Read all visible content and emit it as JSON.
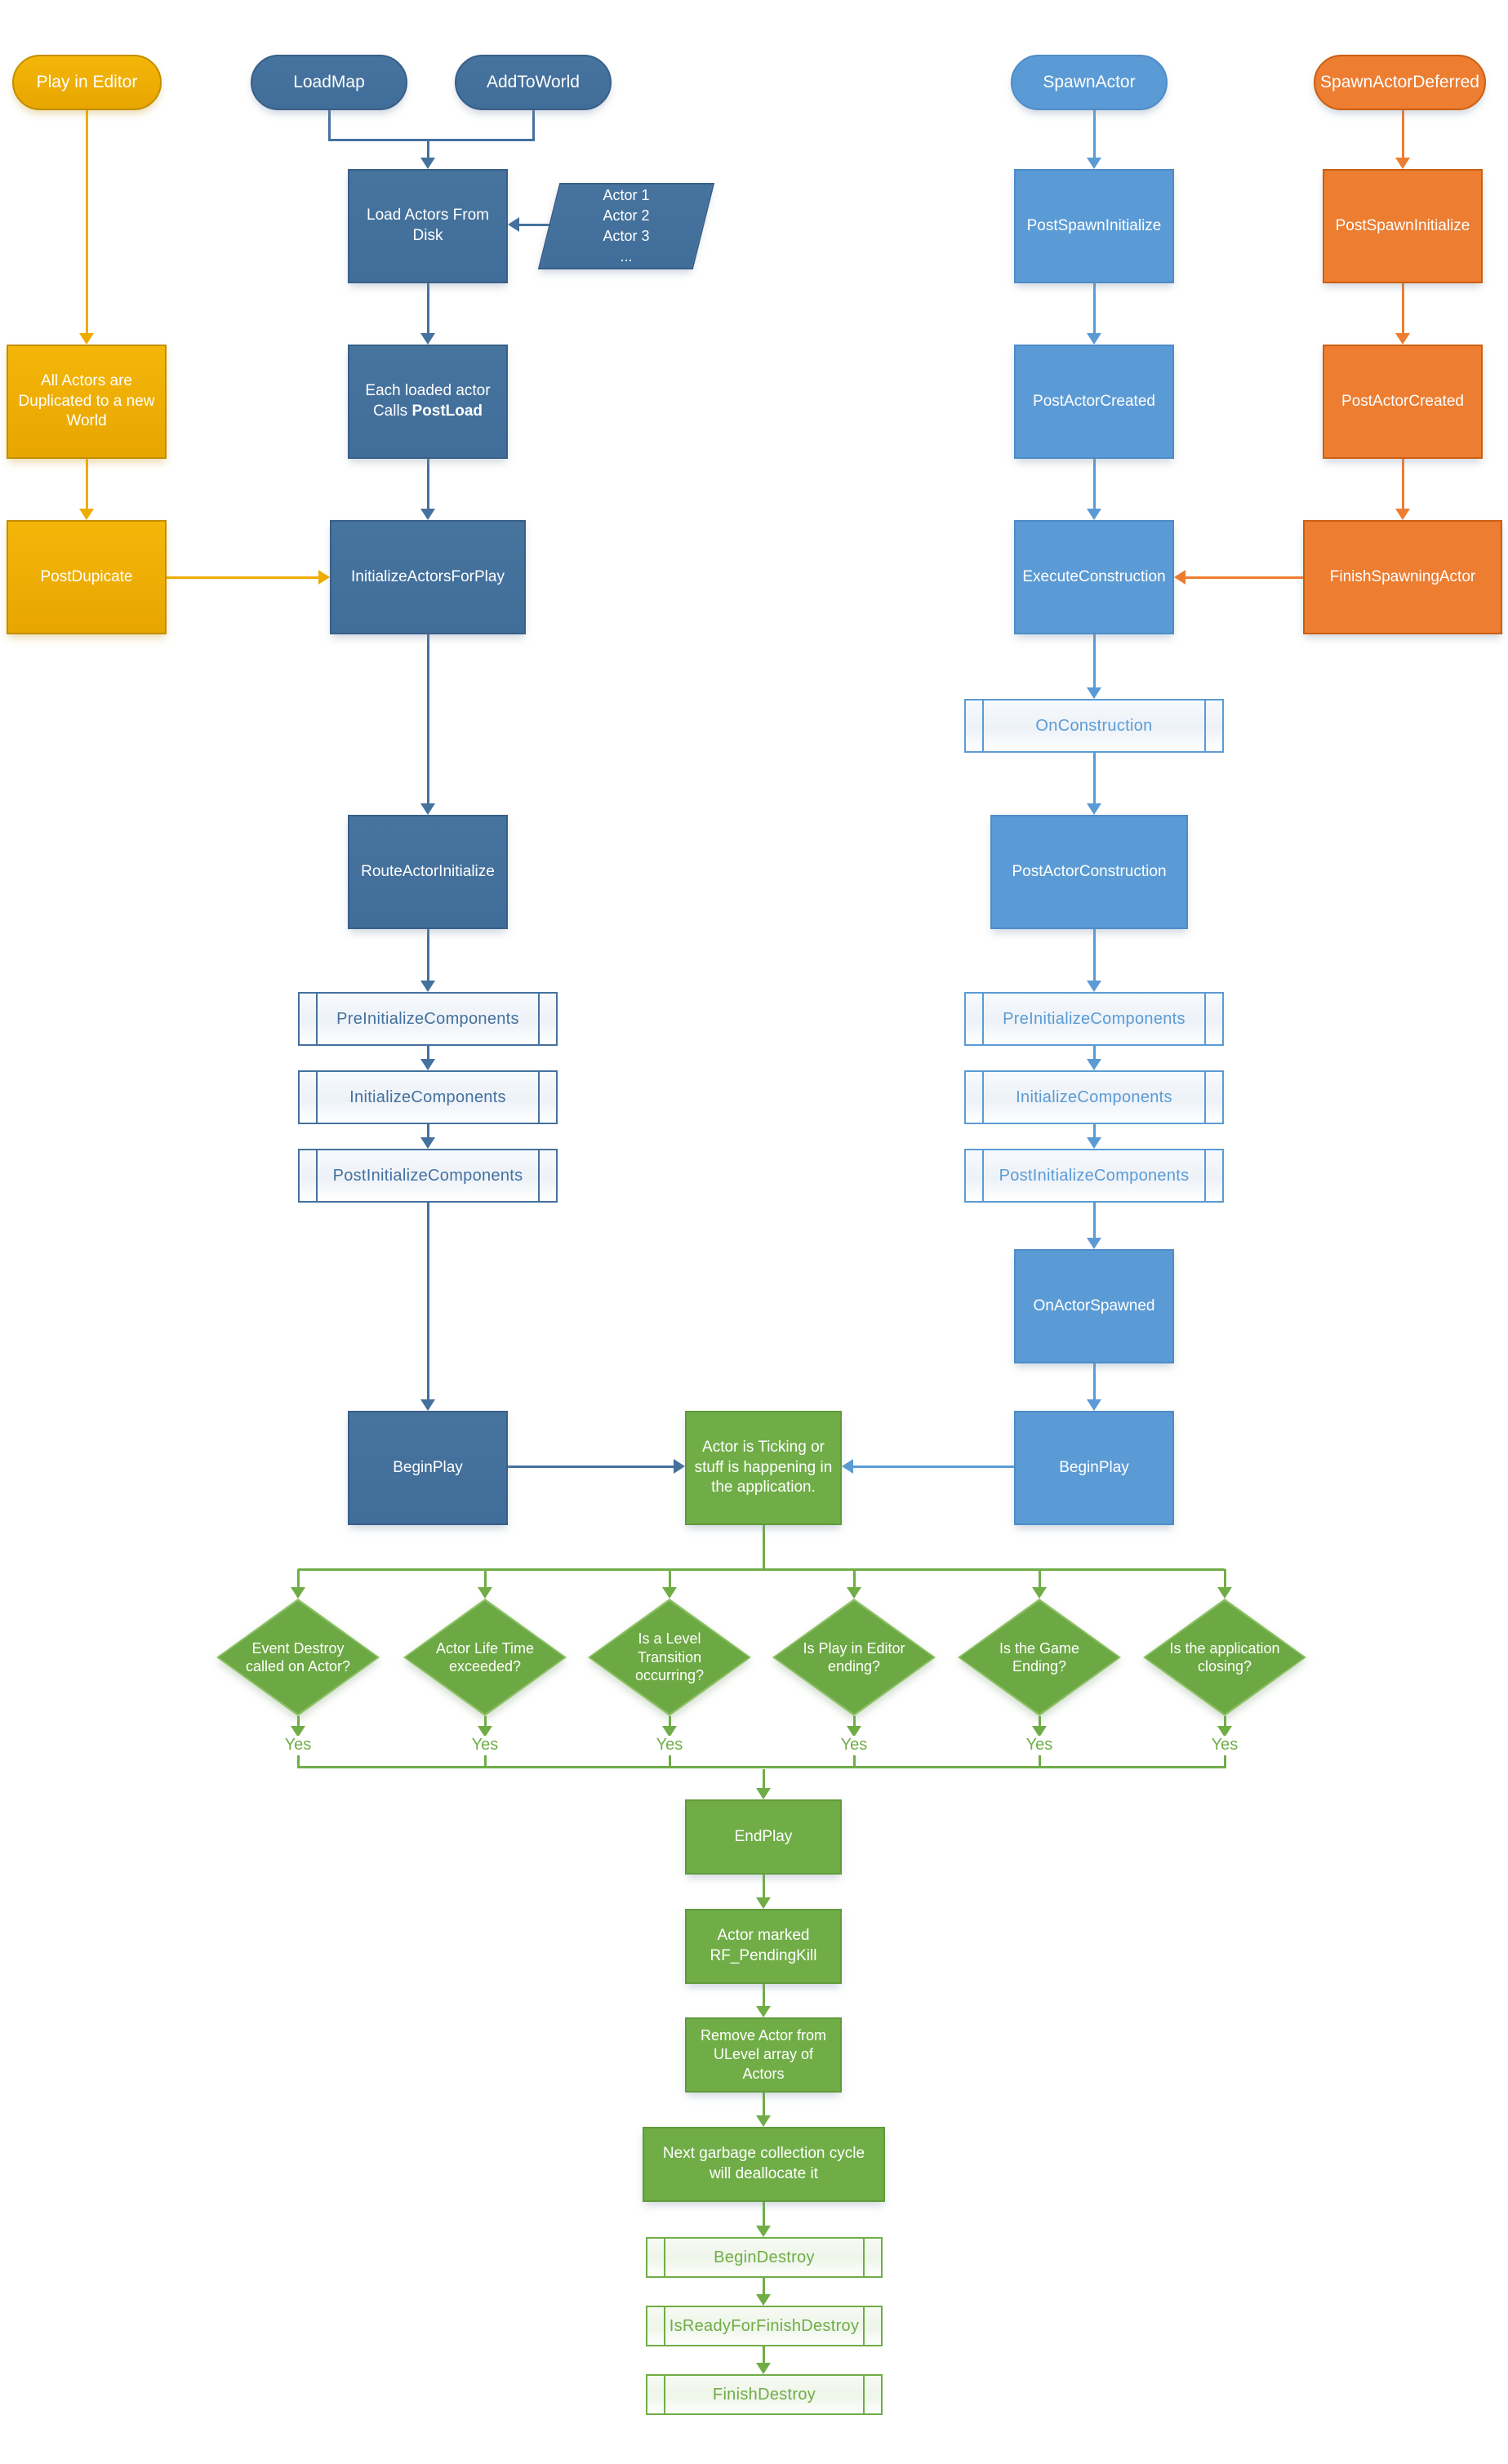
{
  "colors": {
    "gold": "#EFAC00",
    "blue_dark": "#44719E",
    "blue_light": "#5B9BD5",
    "orange": "#ED7D31",
    "green": "#70AD47"
  },
  "labels": {
    "yes": "Yes"
  },
  "nodes": {
    "play_in_editor": "Play in Editor",
    "loadmap": "LoadMap",
    "addtoworld": "AddToWorld",
    "spawnactor": "SpawnActor",
    "spawnactordeferred": "SpawnActorDeferred",
    "load_actors": "Load Actors From Disk",
    "actor_list": "Actor 1\nActor 2\nActor 3\n...",
    "postspawninitialize_blue": "PostSpawnInitialize",
    "postspawninitialize_orange": "PostSpawnInitialize",
    "all_actors_duplicated": "All Actors are Duplicated to a new World",
    "postload_line1": "Each loaded actor",
    "postload_calls": "Calls",
    "postload_bold": "PostLoad",
    "postactorcreated_blue": "PostActorCreated",
    "postactorcreated_orange": "PostActorCreated",
    "postdupicate": "PostDupicate",
    "initializeactorsforplay": "InitializeActorsForPlay",
    "executeconstruction": "ExecuteConstruction",
    "finishspawningactor": "FinishSpawningActor",
    "onconstruction": "OnConstruction",
    "routeactorinitialize": "RouteActorInitialize",
    "postactorconstruction": "PostActorConstruction",
    "preinitializecomponents_left": "PreInitializeComponents",
    "initializecomponents_left": "InitializeComponents",
    "postinitializecomponents_left": "PostInitializeComponents",
    "preinitializecomponents_right": "PreInitializeComponents",
    "initializecomponents_right": "InitializeComponents",
    "postinitializecomponents_right": "PostInitializeComponents",
    "onactorspawned": "OnActorSpawned",
    "beginplay_left": "BeginPlay",
    "beginplay_right": "BeginPlay",
    "actor_ticking": "Actor is Ticking or stuff is happening in the application.",
    "diamond_event_destroy": "Event Destroy called on Actor?",
    "diamond_lifetime": "Actor Life Time exceeded?",
    "diamond_level_transition": "Is a Level Transition occurring?",
    "diamond_pie_ending": "Is Play in Editor ending?",
    "diamond_game_ending": "Is the Game Ending?",
    "diamond_app_closing": "Is the application closing?",
    "endplay": "EndPlay",
    "pendingkill": "Actor marked RF_PendingKill",
    "remove_actor": "Remove Actor from ULevel array of Actors",
    "garbage": "Next garbage collection cycle will deallocate it",
    "begindestroy": "BeginDestroy",
    "isreadyforfinishdestroy": "IsReadyForFinishDestroy",
    "finishdestroy": "FinishDestroy"
  }
}
